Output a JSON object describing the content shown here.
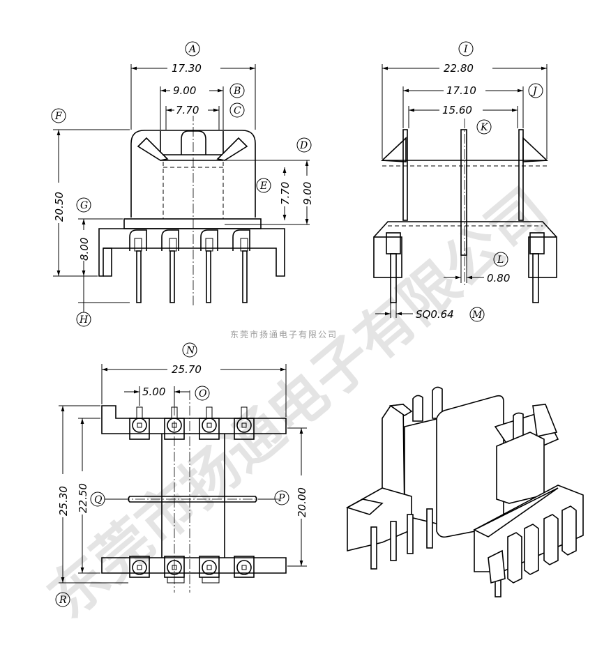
{
  "watermark": {
    "large_text": "东莞市扬通电子有限公司",
    "small_text": "东莞市扬通电子有限公司"
  },
  "dimensions": {
    "A": "17.30",
    "B": "9.00",
    "C": "7.70",
    "E": "7.70",
    "D": "9.00",
    "F": "20.50",
    "G": "8.00",
    "I": "22.80",
    "J": "17.10",
    "K": "15.60",
    "L": "0.80",
    "M": "SQ0.64",
    "N": "25.70",
    "O": "5.00",
    "R": "25.30",
    "Q": "22.50",
    "P": "20.00"
  },
  "labels": {
    "A": "A",
    "B": "B",
    "C": "C",
    "D": "D",
    "E": "E",
    "F": "F",
    "G": "G",
    "H": "H",
    "I": "I",
    "J": "J",
    "K": "K",
    "L": "L",
    "M": "M",
    "N": "N",
    "O": "O",
    "P": "P",
    "Q": "Q",
    "R": "R"
  }
}
